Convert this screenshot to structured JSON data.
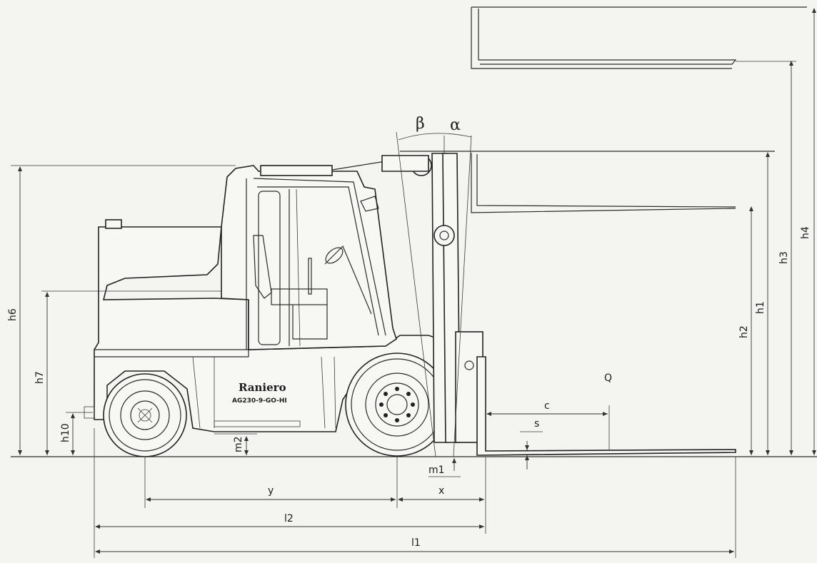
{
  "labels": {
    "beta": "β",
    "alpha": "α",
    "h4": "h4",
    "h3": "h3",
    "h1": "h1",
    "h2": "h2",
    "h6": "h6",
    "h7": "h7",
    "h10": "h10",
    "m2": "m2",
    "m1": "m1",
    "Q": "Q",
    "c": "c",
    "s": "s",
    "y": "y",
    "x": "x",
    "l2": "l2",
    "l1": "l1"
  },
  "truck": {
    "brand": "Raniero",
    "model": "AG230-9-GO-HI"
  }
}
